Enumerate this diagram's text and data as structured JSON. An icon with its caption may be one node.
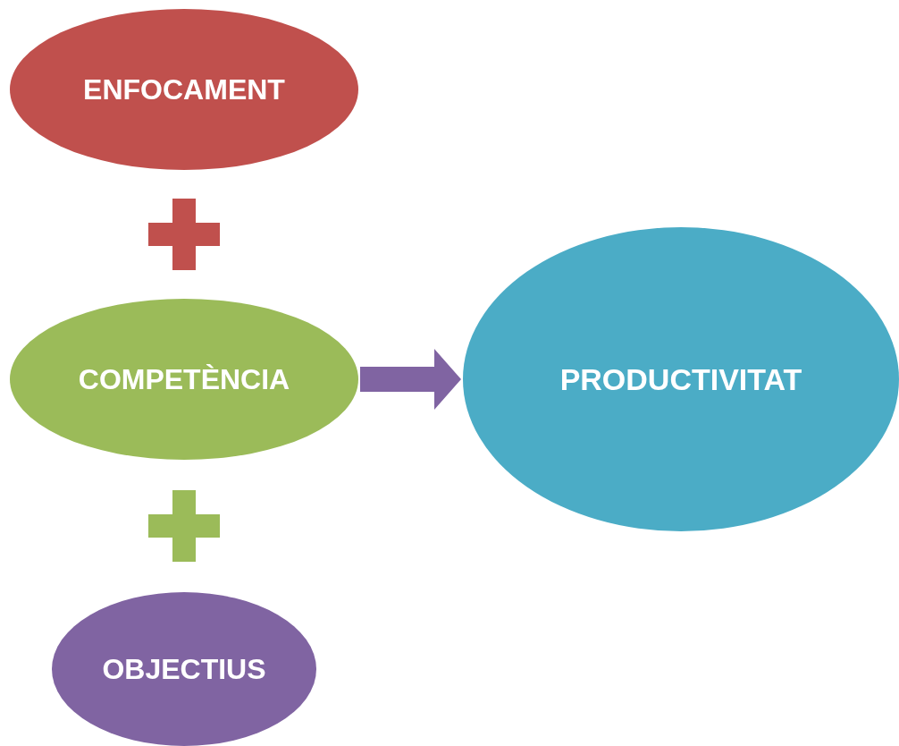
{
  "diagram": {
    "nodes": [
      {
        "text": [
          "ENFOCAMENT"
        ]
      },
      {
        "text": [
          "COMPETÈNCIA"
        ]
      },
      {
        "text": [
          "OBJECTIUS"
        ]
      },
      {
        "text": [
          "PRODUCTIVITAT"
        ]
      }
    ],
    "edges": [
      {
        "from": 1,
        "to": 3,
        "arrow": "to",
        "style": "thick",
        "color": "#8064a2"
      }
    ]
  }
}
